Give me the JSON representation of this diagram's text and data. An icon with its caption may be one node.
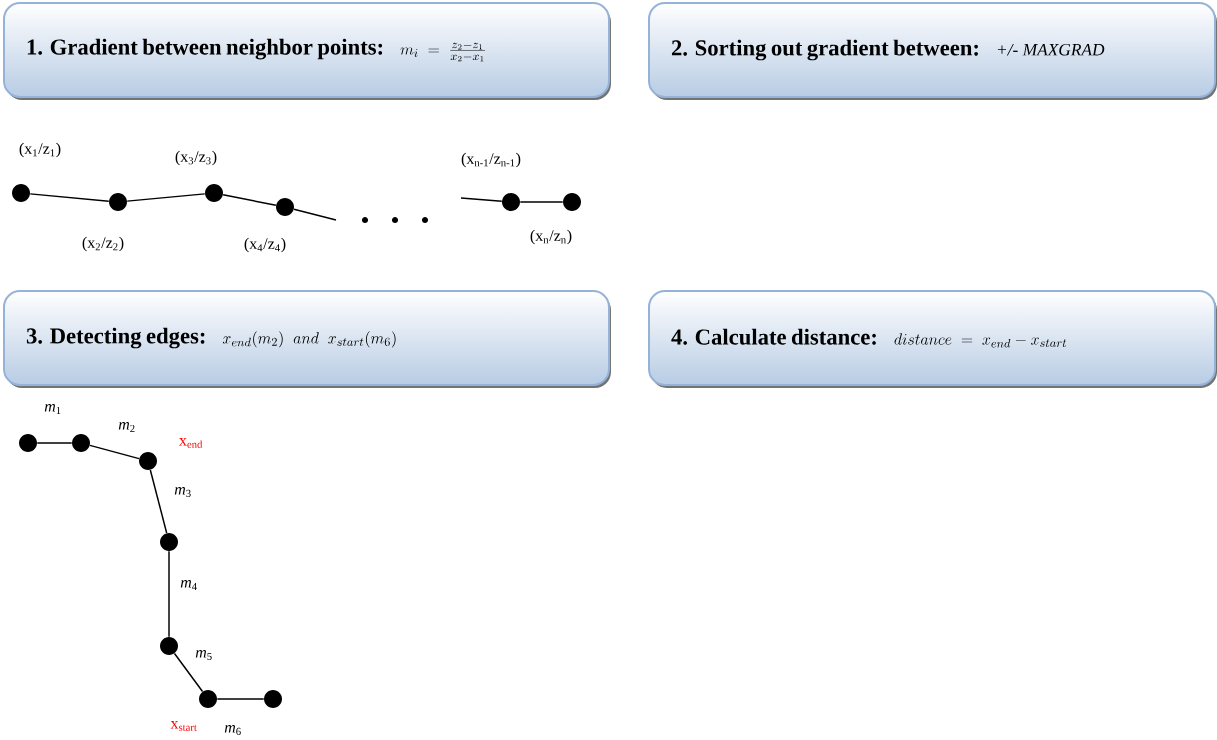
{
  "diagram": {
    "nodes": [
      {
        "text": [
          "1. Gradient between neighbor points:",
          "m_i\\;=\\;\\frac{z_2-z_1}{x_2-x_1}"
        ]
      },
      {
        "text": [
          "2. Sorting out gradient between:",
          "+/- MAXGRAD"
        ]
      },
      {
        "text": [
          "3. Detecting edges:",
          "x_{end}(m_2)\\;\\;and\\;\\;x_{start}(m_6)"
        ]
      },
      {
        "text": [
          "4. Calculate distance:",
          "distance\\;=\\;x_{end}-x_{start}"
        ]
      },
      {
        "text": [],
        "shape": "circle",
        "beside": [
          "(x$_{1}$/z$_{1}$)"
        ]
      },
      {
        "text": [],
        "shape": "circle",
        "beside": [
          "(x$_{2}$/z$_{2}$)"
        ]
      },
      {
        "text": [],
        "shape": "circle",
        "beside": [
          "(x$_{3}$/z$_{3}$)"
        ]
      },
      {
        "text": [],
        "shape": "circle",
        "beside": [
          "(x$_{4}$/z$_{4}$)"
        ]
      },
      {
        "text": [],
        "shape": "circle",
        "beside": [
          "(x$_{n-1}$/z$_{n-1}$)"
        ]
      },
      {
        "text": [],
        "shape": "circle",
        "beside": [
          "(x$_{n}$/z$_{n}$)"
        ]
      },
      {
        "text": [],
        "shape": "circle"
      },
      {
        "text": [],
        "shape": "circle"
      },
      {
        "text": [],
        "shape": "circle",
        "beside": [
          "x$_{end}$"
        ]
      },
      {
        "text": [],
        "shape": "circle"
      },
      {
        "text": [],
        "shape": "circle"
      },
      {
        "text": [],
        "shape": "circle",
        "beside": [
          "x$_{start}$"
        ]
      },
      {
        "text": [],
        "shape": "circle"
      }
    ],
    "edges": [
      {
        "from": 4,
        "to": 5,
        "arrow": "none"
      },
      {
        "from": 5,
        "to": 6,
        "arrow": "none"
      },
      {
        "from": 6,
        "to": 7,
        "arrow": "none"
      },
      {
        "from": 7,
        "to": null,
        "arrow": "none"
      },
      {
        "from": null,
        "to": 8,
        "arrow": "none"
      },
      {
        "from": 8,
        "to": 9,
        "arrow": "none"
      },
      {
        "from": 10,
        "to": 11,
        "arrow": "none",
        "label": "*m*$_{1}$"
      },
      {
        "from": 11,
        "to": 12,
        "arrow": "none",
        "label": "*m*$_{2}$"
      },
      {
        "from": 12,
        "to": 13,
        "arrow": "none",
        "label": "*m*$_{3}$"
      },
      {
        "from": 13,
        "to": 14,
        "arrow": "none",
        "label": "*m*$_{4}$"
      },
      {
        "from": 14,
        "to": 15,
        "arrow": "none",
        "label": "*m*$_{5}$"
      },
      {
        "from": 15,
        "to": 16,
        "arrow": "none",
        "label": "*m*$_{6}$"
      }
    ]
  }
}
